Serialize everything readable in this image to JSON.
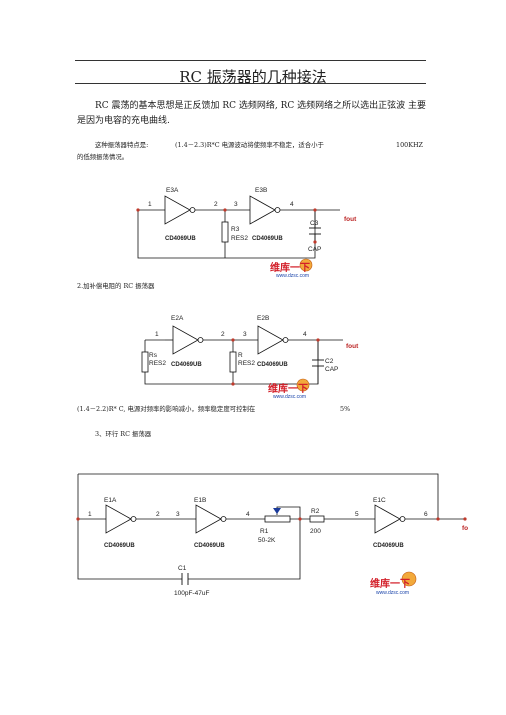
{
  "title": "RC 振荡器的几种接法",
  "intro": {
    "text": "RC 震荡的基本思想是正反馈加 RC 选频网络, RC 选频网络之所以选出正弦波 主要是因为电容的充电曲线."
  },
  "section1": {
    "line1_a": "这种振荡器特点是:",
    "line1_b": "(1.4－2.3)R*C 电源波动将使频率不稳定，适合小于",
    "line1_c": "100KHZ",
    "line2": "的低频振荡情况。"
  },
  "circuit1": {
    "gate1": "E3A",
    "gate2": "E3B",
    "chip": "CD4069UB",
    "resistor_ref": "R3",
    "resistor_val": "RES2",
    "cap_ref": "C3",
    "cap_val": "CAP",
    "output": "fout",
    "pins": [
      "1",
      "2",
      "3",
      "4"
    ]
  },
  "section2": {
    "heading": "2.加补偿电阻的 RC 振荡器"
  },
  "circuit2": {
    "gate1": "E2A",
    "gate2": "E2B",
    "chip": "CD4069UB",
    "rs_ref": "Rs",
    "rs_val": "RES2",
    "r_ref": "R",
    "r_val": "RES2",
    "cap_ref": "C2",
    "cap_val": "CAP",
    "output": "fout",
    "pins": [
      "1",
      "2",
      "3",
      "4"
    ]
  },
  "section2_note": {
    "a": "(1.4－2.2)R* C, 电源对频率的影响减小，频率稳定度可控制在",
    "b": "5%"
  },
  "section3": {
    "heading": "3、环行 RC 振荡器"
  },
  "circuit3": {
    "gate1": "E1A",
    "gate2": "E1B",
    "gate3": "E1C",
    "chip": "CD4069UB",
    "pot_ref": "R1",
    "pot_val": "50-2K",
    "r2_ref": "R2",
    "r2_val": "200",
    "cap_ref": "C1",
    "cap_val": "100pF-47uF",
    "output": "fo",
    "pins": [
      "1",
      "2",
      "3",
      "4",
      "5",
      "6"
    ]
  },
  "watermark": {
    "brand": "维库一下",
    "url": "www.dzsc.com"
  }
}
